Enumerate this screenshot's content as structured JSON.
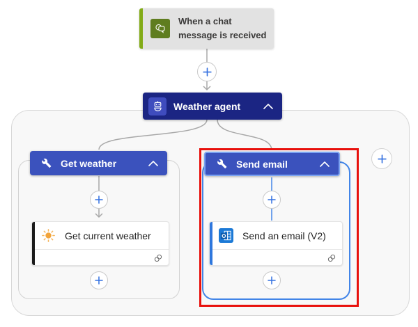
{
  "canvas": {
    "background_color": "#ffffff",
    "container_background_color": "#f8f8f8",
    "connector_color": "#a8a8a8"
  },
  "trigger": {
    "title": "When a chat message is received",
    "icon": "chat-bubbles-icon",
    "accent_color": "#82ab17",
    "icon_background_color": "#5f7d1f",
    "background_color": "#e2e2e2"
  },
  "agent": {
    "label": "Weather agent",
    "icon": "robot-icon",
    "background_color": "#1b2583",
    "collapse_icon": "chevron-up-icon"
  },
  "branches": {
    "left": {
      "label": "Get weather",
      "header_color": "#3b52bd",
      "header_icon": "wrench-icon",
      "collapse_icon": "chevron-up-icon",
      "action": {
        "title": "Get current weather",
        "icon": "sun-icon",
        "accent_color": "#1a1a1a",
        "footer_icon": "connection-icon"
      }
    },
    "right": {
      "label": "Send email",
      "header_color": "#3b52bd",
      "header_icon": "wrench-icon",
      "collapse_icon": "chevron-up-icon",
      "selected": true,
      "selection_color": "#4285e8",
      "annotation_color": "#e8110d",
      "action": {
        "title": "Send an email (V2)",
        "icon": "outlook-icon",
        "accent_color": "#2e77dd",
        "footer_icon": "connection-icon"
      }
    }
  },
  "buttons": {
    "insert_step": "plus-icon",
    "add_branch": "plus-icon"
  }
}
